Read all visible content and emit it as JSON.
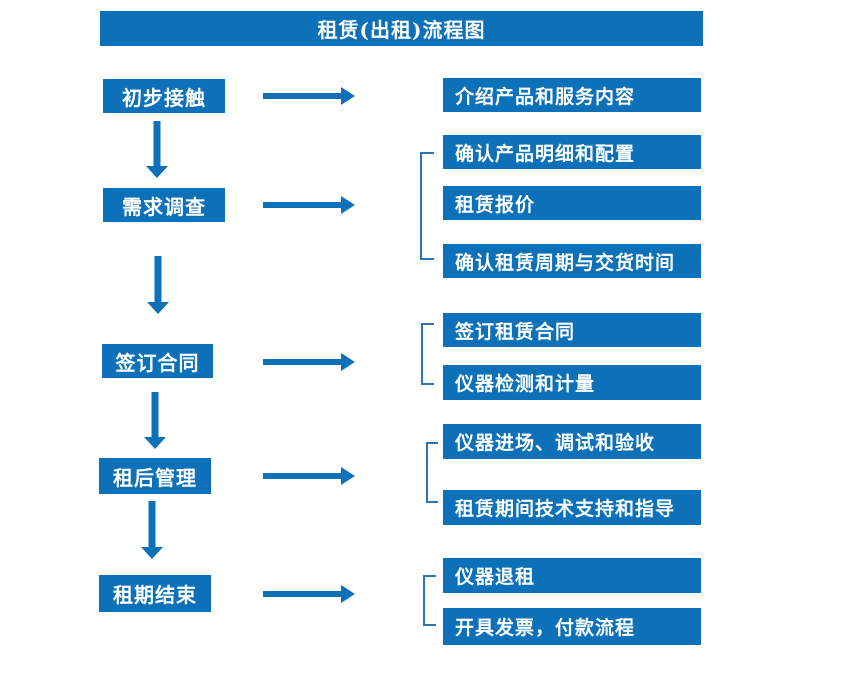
{
  "title": "租赁(出租)流程图",
  "colors": {
    "primary_blue": "#0C71B8",
    "bracket_blue": "#2E74B5",
    "background": "#FFFFFF",
    "text": "#FFFFFF"
  },
  "steps": [
    {
      "label": "初步接触",
      "details": [
        "介绍产品和服务内容"
      ]
    },
    {
      "label": "需求调查",
      "details": [
        "确认产品明细和配置",
        "租赁报价",
        "确认租赁周期与交货时间"
      ]
    },
    {
      "label": "签订合同",
      "details": [
        "签订租赁合同",
        "仪器检测和计量"
      ]
    },
    {
      "label": "租后管理",
      "details": [
        "仪器进场、调试和验收",
        "租赁期间技术支持和指导"
      ]
    },
    {
      "label": "租期结束",
      "details": [
        "仪器退租",
        "开具发票，付款流程"
      ]
    }
  ]
}
